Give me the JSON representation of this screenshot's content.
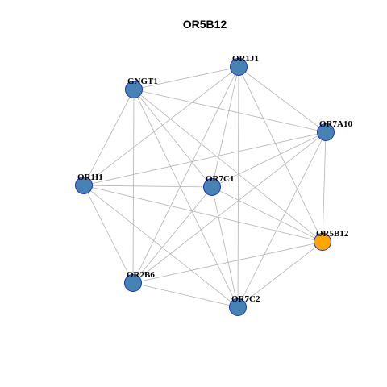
{
  "title": "OR5B12",
  "colors": {
    "default_node": "#4682b4",
    "highlight_node": "#ffa500",
    "node_border": "#1f2fc4",
    "edge": "#b3b3b3"
  },
  "nodes": [
    {
      "id": "OR1J1",
      "label": "OR1J1",
      "highlight": false
    },
    {
      "id": "GNGT1",
      "label": "GNGT1",
      "highlight": false
    },
    {
      "id": "OR7A10",
      "label": "OR7A10",
      "highlight": false
    },
    {
      "id": "OR1I1",
      "label": "OR1I1",
      "highlight": false
    },
    {
      "id": "OR7C1",
      "label": "OR7C1",
      "highlight": false
    },
    {
      "id": "OR5B12",
      "label": "OR5B12",
      "highlight": true
    },
    {
      "id": "OR2B6",
      "label": "OR2B6",
      "highlight": false
    },
    {
      "id": "OR7C2",
      "label": "OR7C2",
      "highlight": false
    }
  ],
  "edges": [
    [
      "OR1J1",
      "GNGT1"
    ],
    [
      "OR1J1",
      "OR7A10"
    ],
    [
      "OR1J1",
      "OR1I1"
    ],
    [
      "OR1J1",
      "OR7C1"
    ],
    [
      "OR1J1",
      "OR5B12"
    ],
    [
      "OR1J1",
      "OR2B6"
    ],
    [
      "OR1J1",
      "OR7C2"
    ],
    [
      "GNGT1",
      "OR7A10"
    ],
    [
      "GNGT1",
      "OR1I1"
    ],
    [
      "GNGT1",
      "OR7C1"
    ],
    [
      "GNGT1",
      "OR5B12"
    ],
    [
      "GNGT1",
      "OR2B6"
    ],
    [
      "GNGT1",
      "OR7C2"
    ],
    [
      "OR7A10",
      "OR1I1"
    ],
    [
      "OR7A10",
      "OR7C1"
    ],
    [
      "OR7A10",
      "OR5B12"
    ],
    [
      "OR7A10",
      "OR2B6"
    ],
    [
      "OR7A10",
      "OR7C2"
    ],
    [
      "OR1I1",
      "OR7C1"
    ],
    [
      "OR1I1",
      "OR5B12"
    ],
    [
      "OR1I1",
      "OR2B6"
    ],
    [
      "OR1I1",
      "OR7C2"
    ],
    [
      "OR7C1",
      "OR5B12"
    ],
    [
      "OR7C1",
      "OR2B6"
    ],
    [
      "OR7C1",
      "OR7C2"
    ],
    [
      "OR5B12",
      "OR2B6"
    ],
    [
      "OR5B12",
      "OR7C2"
    ],
    [
      "OR2B6",
      "OR7C2"
    ]
  ]
}
